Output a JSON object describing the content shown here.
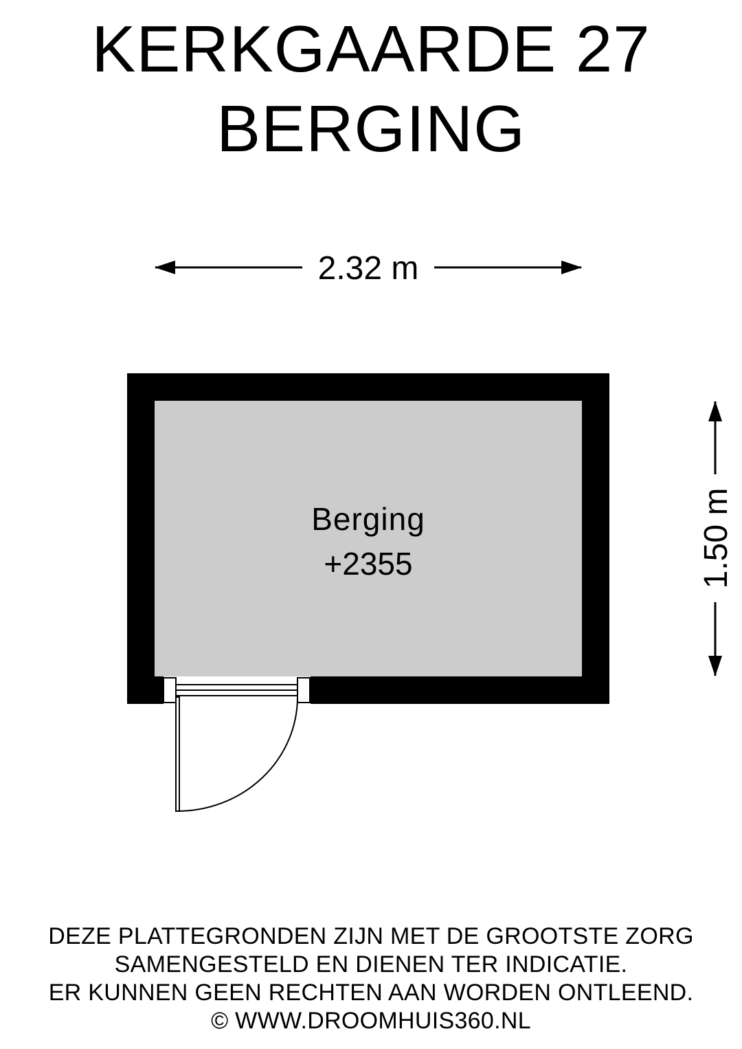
{
  "title": {
    "line1": "KERKGAARDE 27",
    "line2": "BERGING"
  },
  "dimensions": {
    "width_label": "2.32 m",
    "height_label": "1.50 m"
  },
  "room": {
    "name": "Berging",
    "level": "+2355",
    "floor_color": "#cccccc",
    "wall_color": "#000000"
  },
  "disclaimer": {
    "lines": [
      "DEZE PLATTEGRONDEN ZIJN MET DE GROOTSTE ZORG",
      "SAMENGESTELD EN DIENEN TER INDICATIE.",
      "ER KUNNEN GEEN RECHTEN AAN WORDEN ONTLEEND.",
      "© WWW.DROOMHUIS360.NL"
    ]
  }
}
